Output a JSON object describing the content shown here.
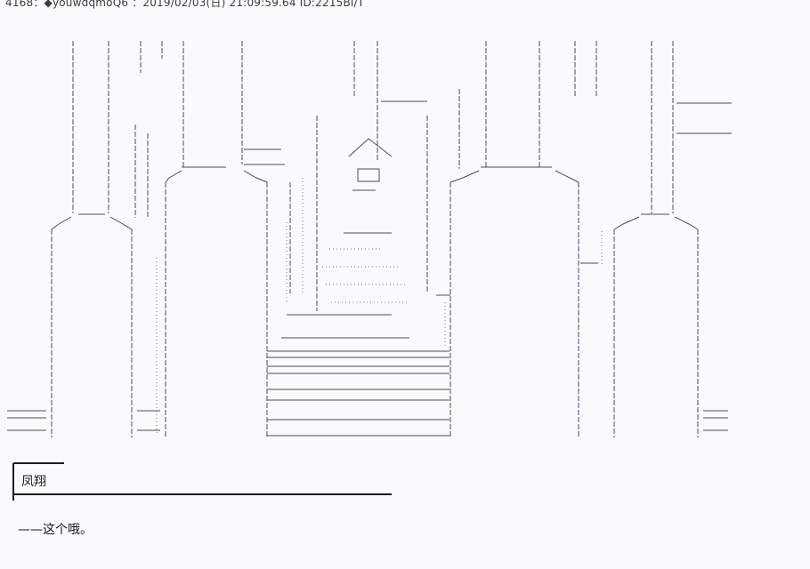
{
  "post": {
    "header": "4168：◆youwdqmoQ6 ：2019/02/03(日) 21:09:59.64 ID:2215Bi/T"
  },
  "dialogue": {
    "speaker": "凤翔",
    "line": "——这个哦。"
  },
  "colors": {
    "art_stroke": "#4a4a66",
    "art_dots": "#7a7a8a",
    "background": "#f9fafb"
  }
}
